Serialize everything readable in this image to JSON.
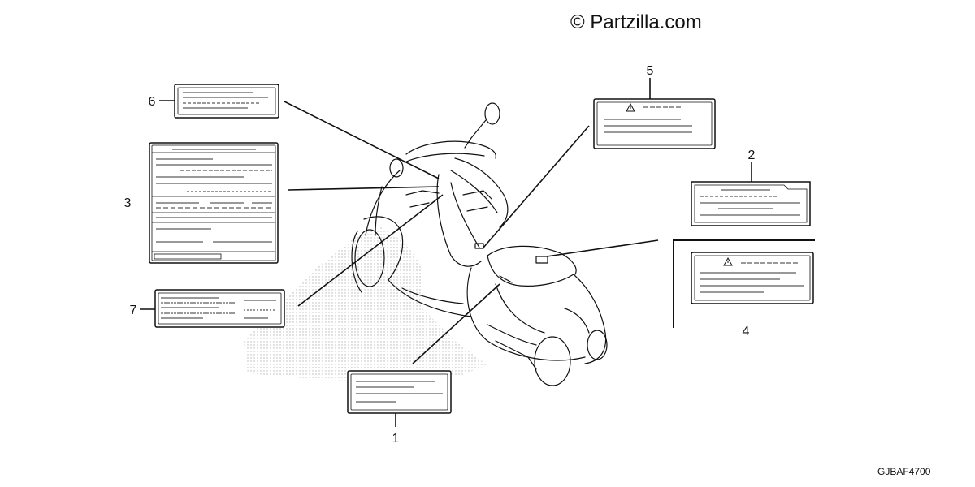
{
  "watermark": "© Partzilla.com",
  "diagram_code": "GJBAF4700",
  "callouts": {
    "c1": "1",
    "c2": "2",
    "c3": "3",
    "c4": "4",
    "c5": "5",
    "c6": "6",
    "c7": "7"
  },
  "warning_symbol": "warning-triangle-icon",
  "colors": {
    "ink": "#111111",
    "paper": "#ffffff",
    "stipple": "#bbbbbb"
  }
}
